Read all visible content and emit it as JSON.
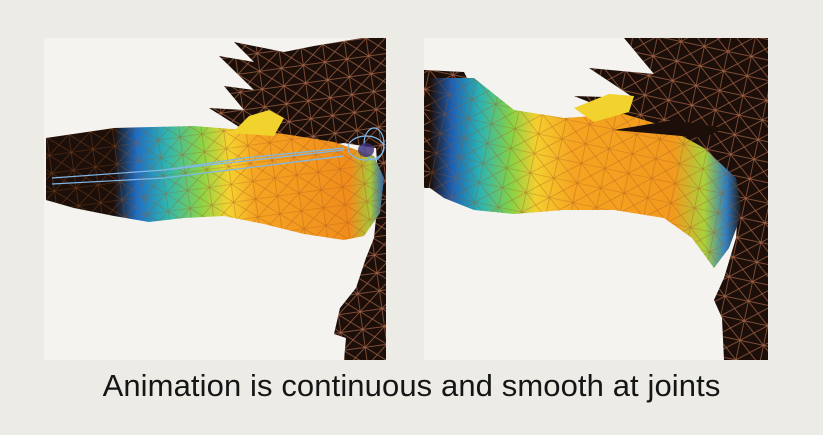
{
  "caption": "Animation is continuous and smooth at joints",
  "colors": {
    "background": "#ecebe6",
    "mesh_dark": "#1c0f0a",
    "wire": "#c97a55",
    "weight_low": "#1f72c9",
    "weight_mid": "#7fd34a",
    "weight_high": "#f3a022",
    "skeleton": "#7fb8e8"
  },
  "icons": [
    "mesh-weight-heatmap-before",
    "mesh-weight-heatmap-after"
  ]
}
